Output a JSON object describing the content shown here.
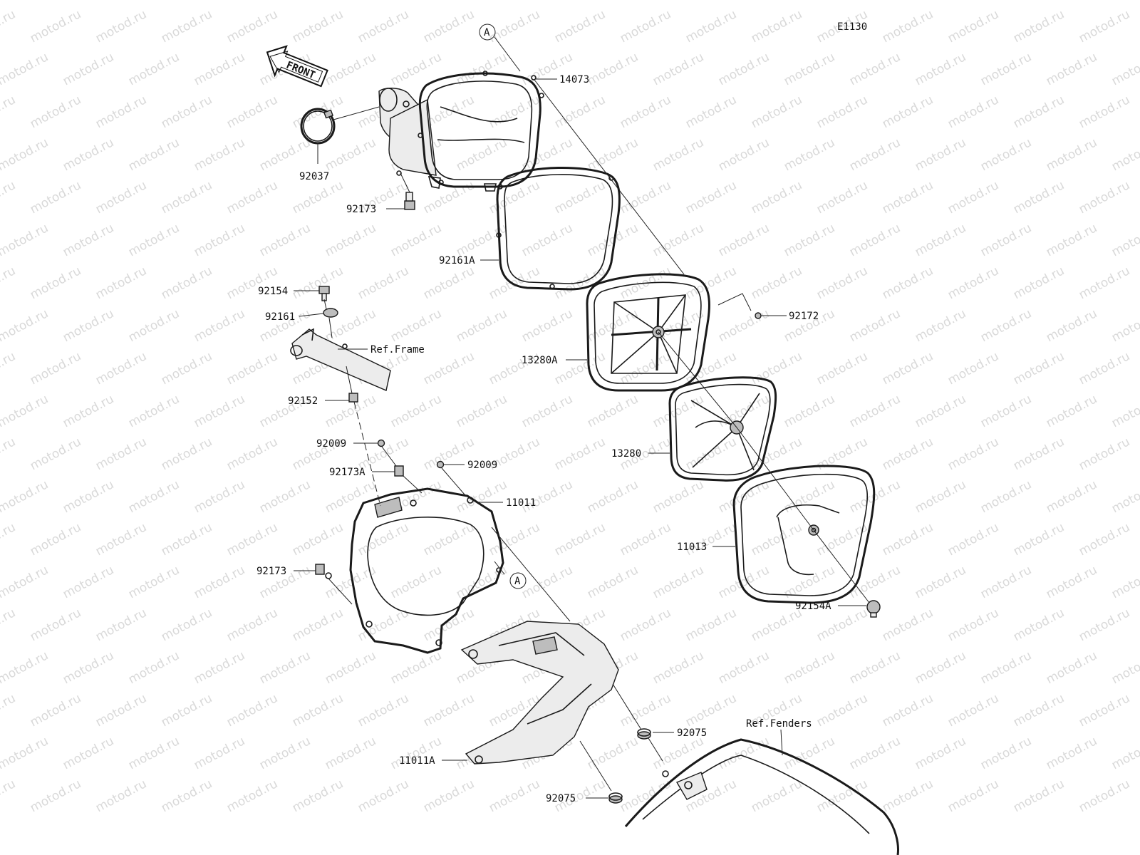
{
  "diagram_code": "E1130",
  "watermark_text": "motod.ru",
  "front_indicator": "FRONT",
  "reference_marker": "A",
  "part_labels": {
    "p14073": "14073",
    "p92037": "92037",
    "p92173_top": "92173",
    "p92161A": "92161A",
    "p92154": "92154",
    "p92161": "92161",
    "ref_frame": "Ref.Frame",
    "p92152": "92152",
    "p92172": "92172",
    "p13280A": "13280A",
    "p13280": "13280",
    "p92009_left": "92009",
    "p92009_right": "92009",
    "p92173A": "92173A",
    "p11011": "11011",
    "p11013": "11013",
    "p92173_bottom": "92173",
    "p92154A": "92154A",
    "p92075_top": "92075",
    "ref_fenders": "Ref.Fenders",
    "p11011A": "11011A",
    "p92075_bottom": "92075"
  }
}
